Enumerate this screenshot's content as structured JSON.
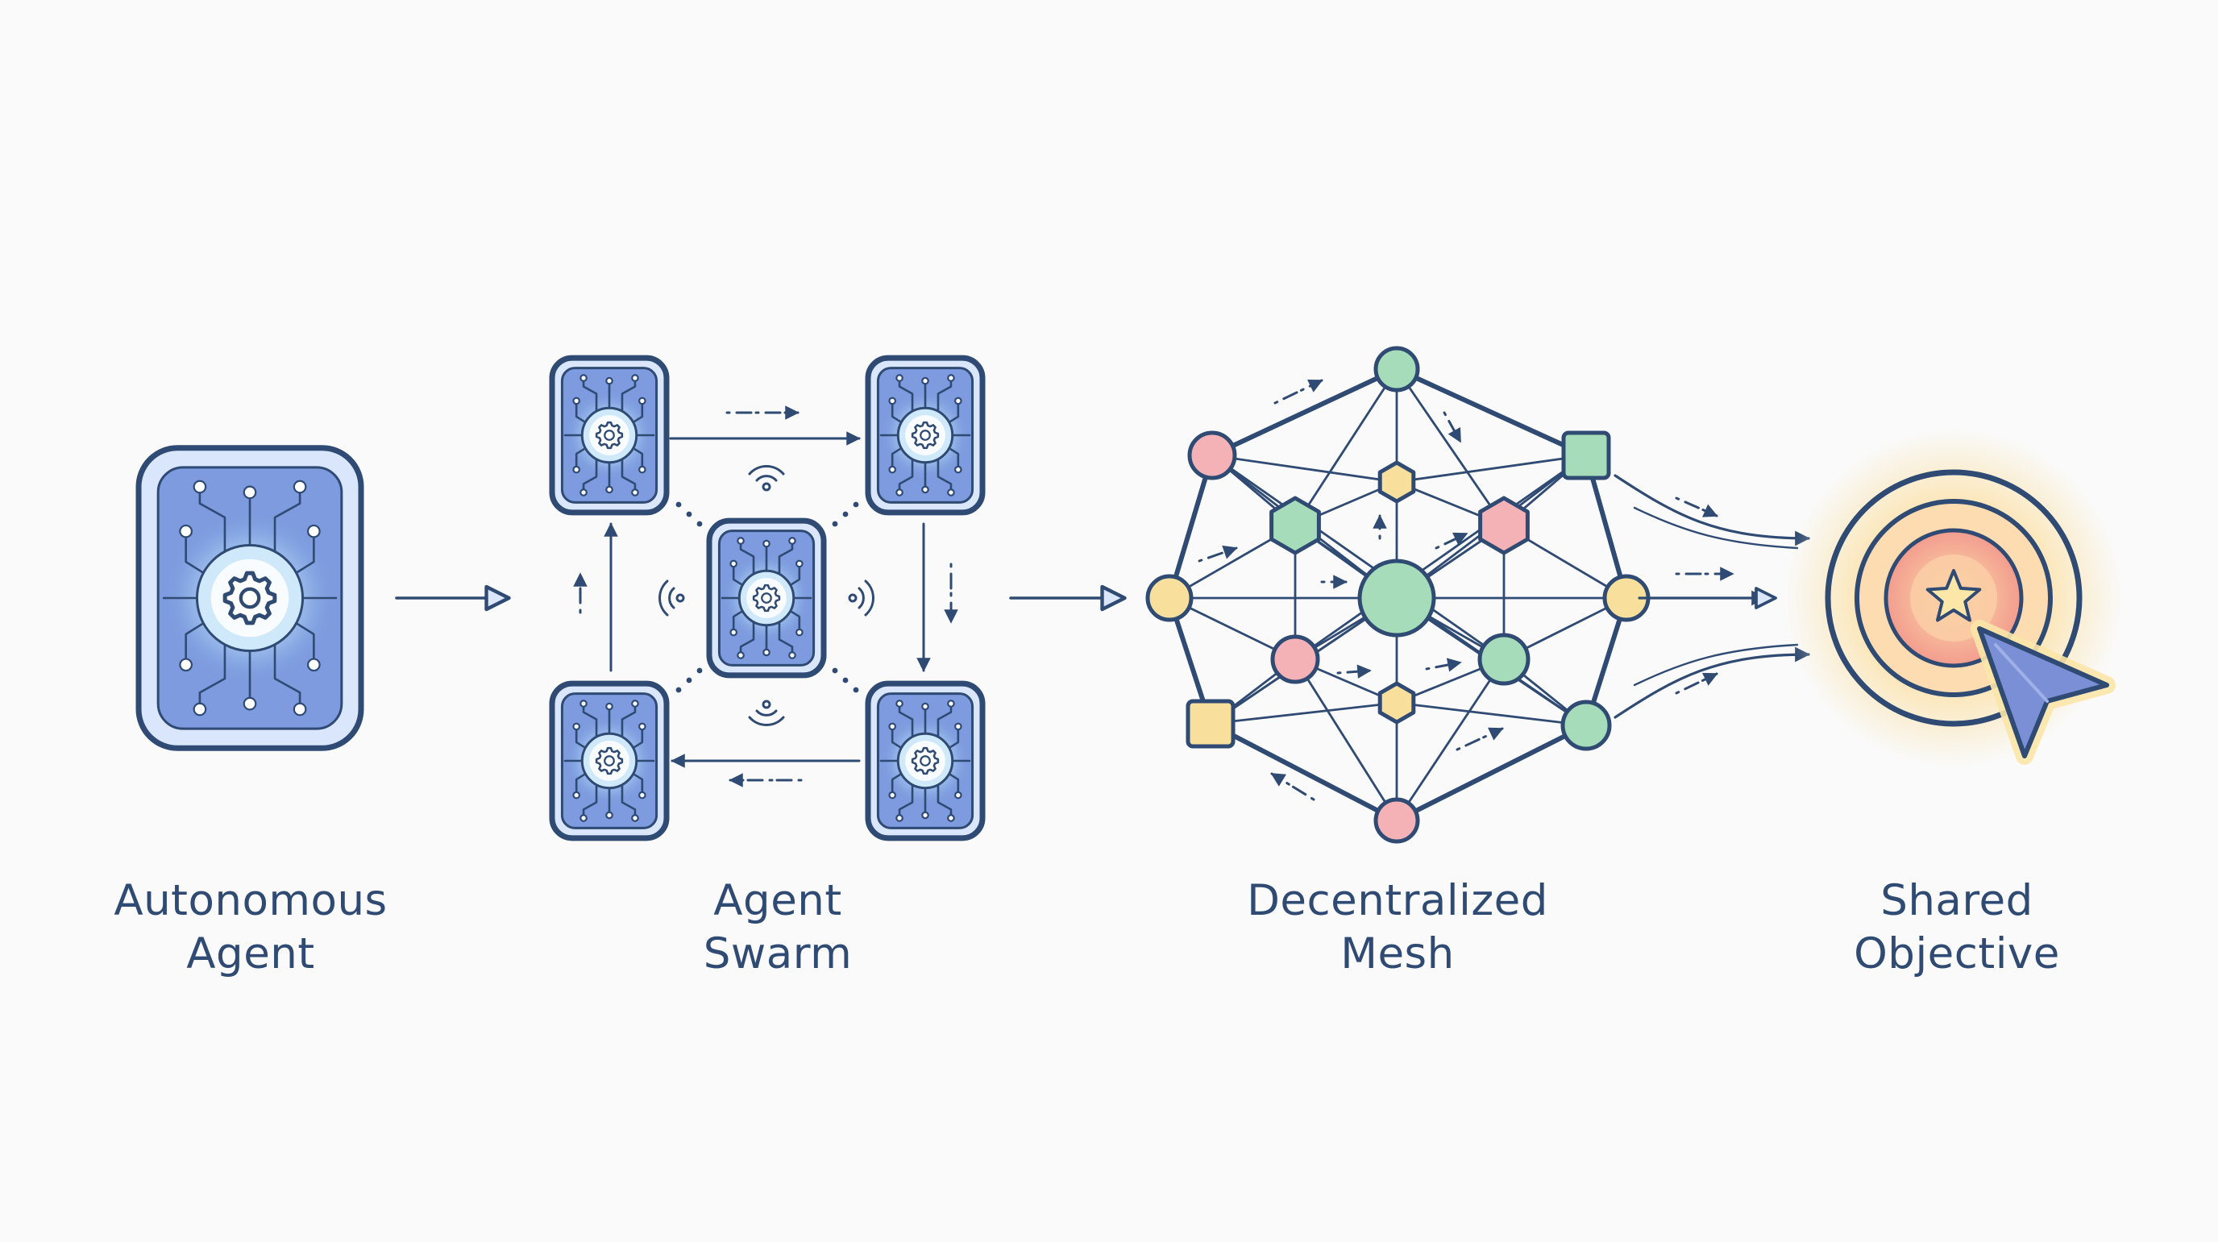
{
  "stages": [
    {
      "id": "autonomous-agent",
      "line1": "Autonomous",
      "line2": "Agent"
    },
    {
      "id": "agent-swarm",
      "line1": "Agent",
      "line2": "Swarm"
    },
    {
      "id": "decentralized-mesh",
      "line1": "Decentralized",
      "line2": "Mesh"
    },
    {
      "id": "shared-objective",
      "line1": "Shared",
      "line2": "Objective"
    }
  ],
  "colors": {
    "background": "#fafafa",
    "ink": "#2f4a73",
    "agent_fill": "#7d9bde",
    "agent_light": "#d9e6fb",
    "node_green": "#a6dcb9",
    "node_pink": "#f4b2b7",
    "node_yellow": "#f8e09c",
    "target_glow": "#fbe6b8",
    "target_core": "#f7a892",
    "cursor": "#7b8fd6"
  },
  "icons": [
    "chip-icon",
    "gear-icon",
    "signal-icon",
    "arrow-icon",
    "network-node-icon",
    "target-icon",
    "star-icon",
    "cursor-icon"
  ]
}
